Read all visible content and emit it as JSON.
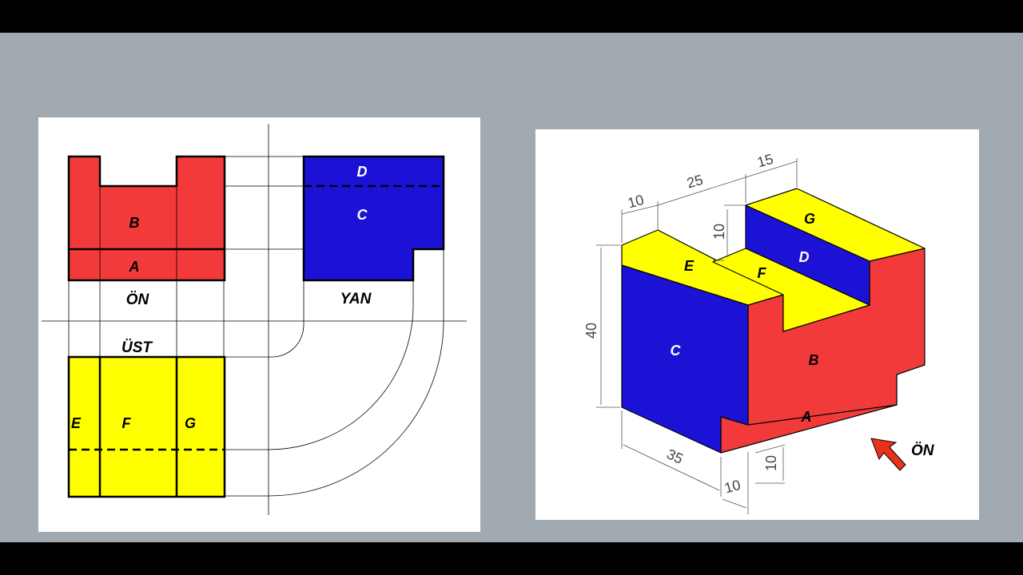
{
  "views": {
    "front": "ÖN",
    "side": "YAN",
    "top": "ÜST",
    "arrow": "ÖN"
  },
  "faces": {
    "A": "A",
    "B": "B",
    "C": "C",
    "D": "D",
    "E": "E",
    "F": "F",
    "G": "G"
  },
  "dimensions": {
    "w1": "10",
    "w2": "25",
    "w3": "15",
    "step": "10",
    "height": "40",
    "depth": "35",
    "base_depth": "10",
    "base_height": "10"
  },
  "colors": {
    "red": "#f23a3a",
    "blue": "#1c12d6",
    "yellow": "#ffff00",
    "arrow": "#e8321e"
  }
}
